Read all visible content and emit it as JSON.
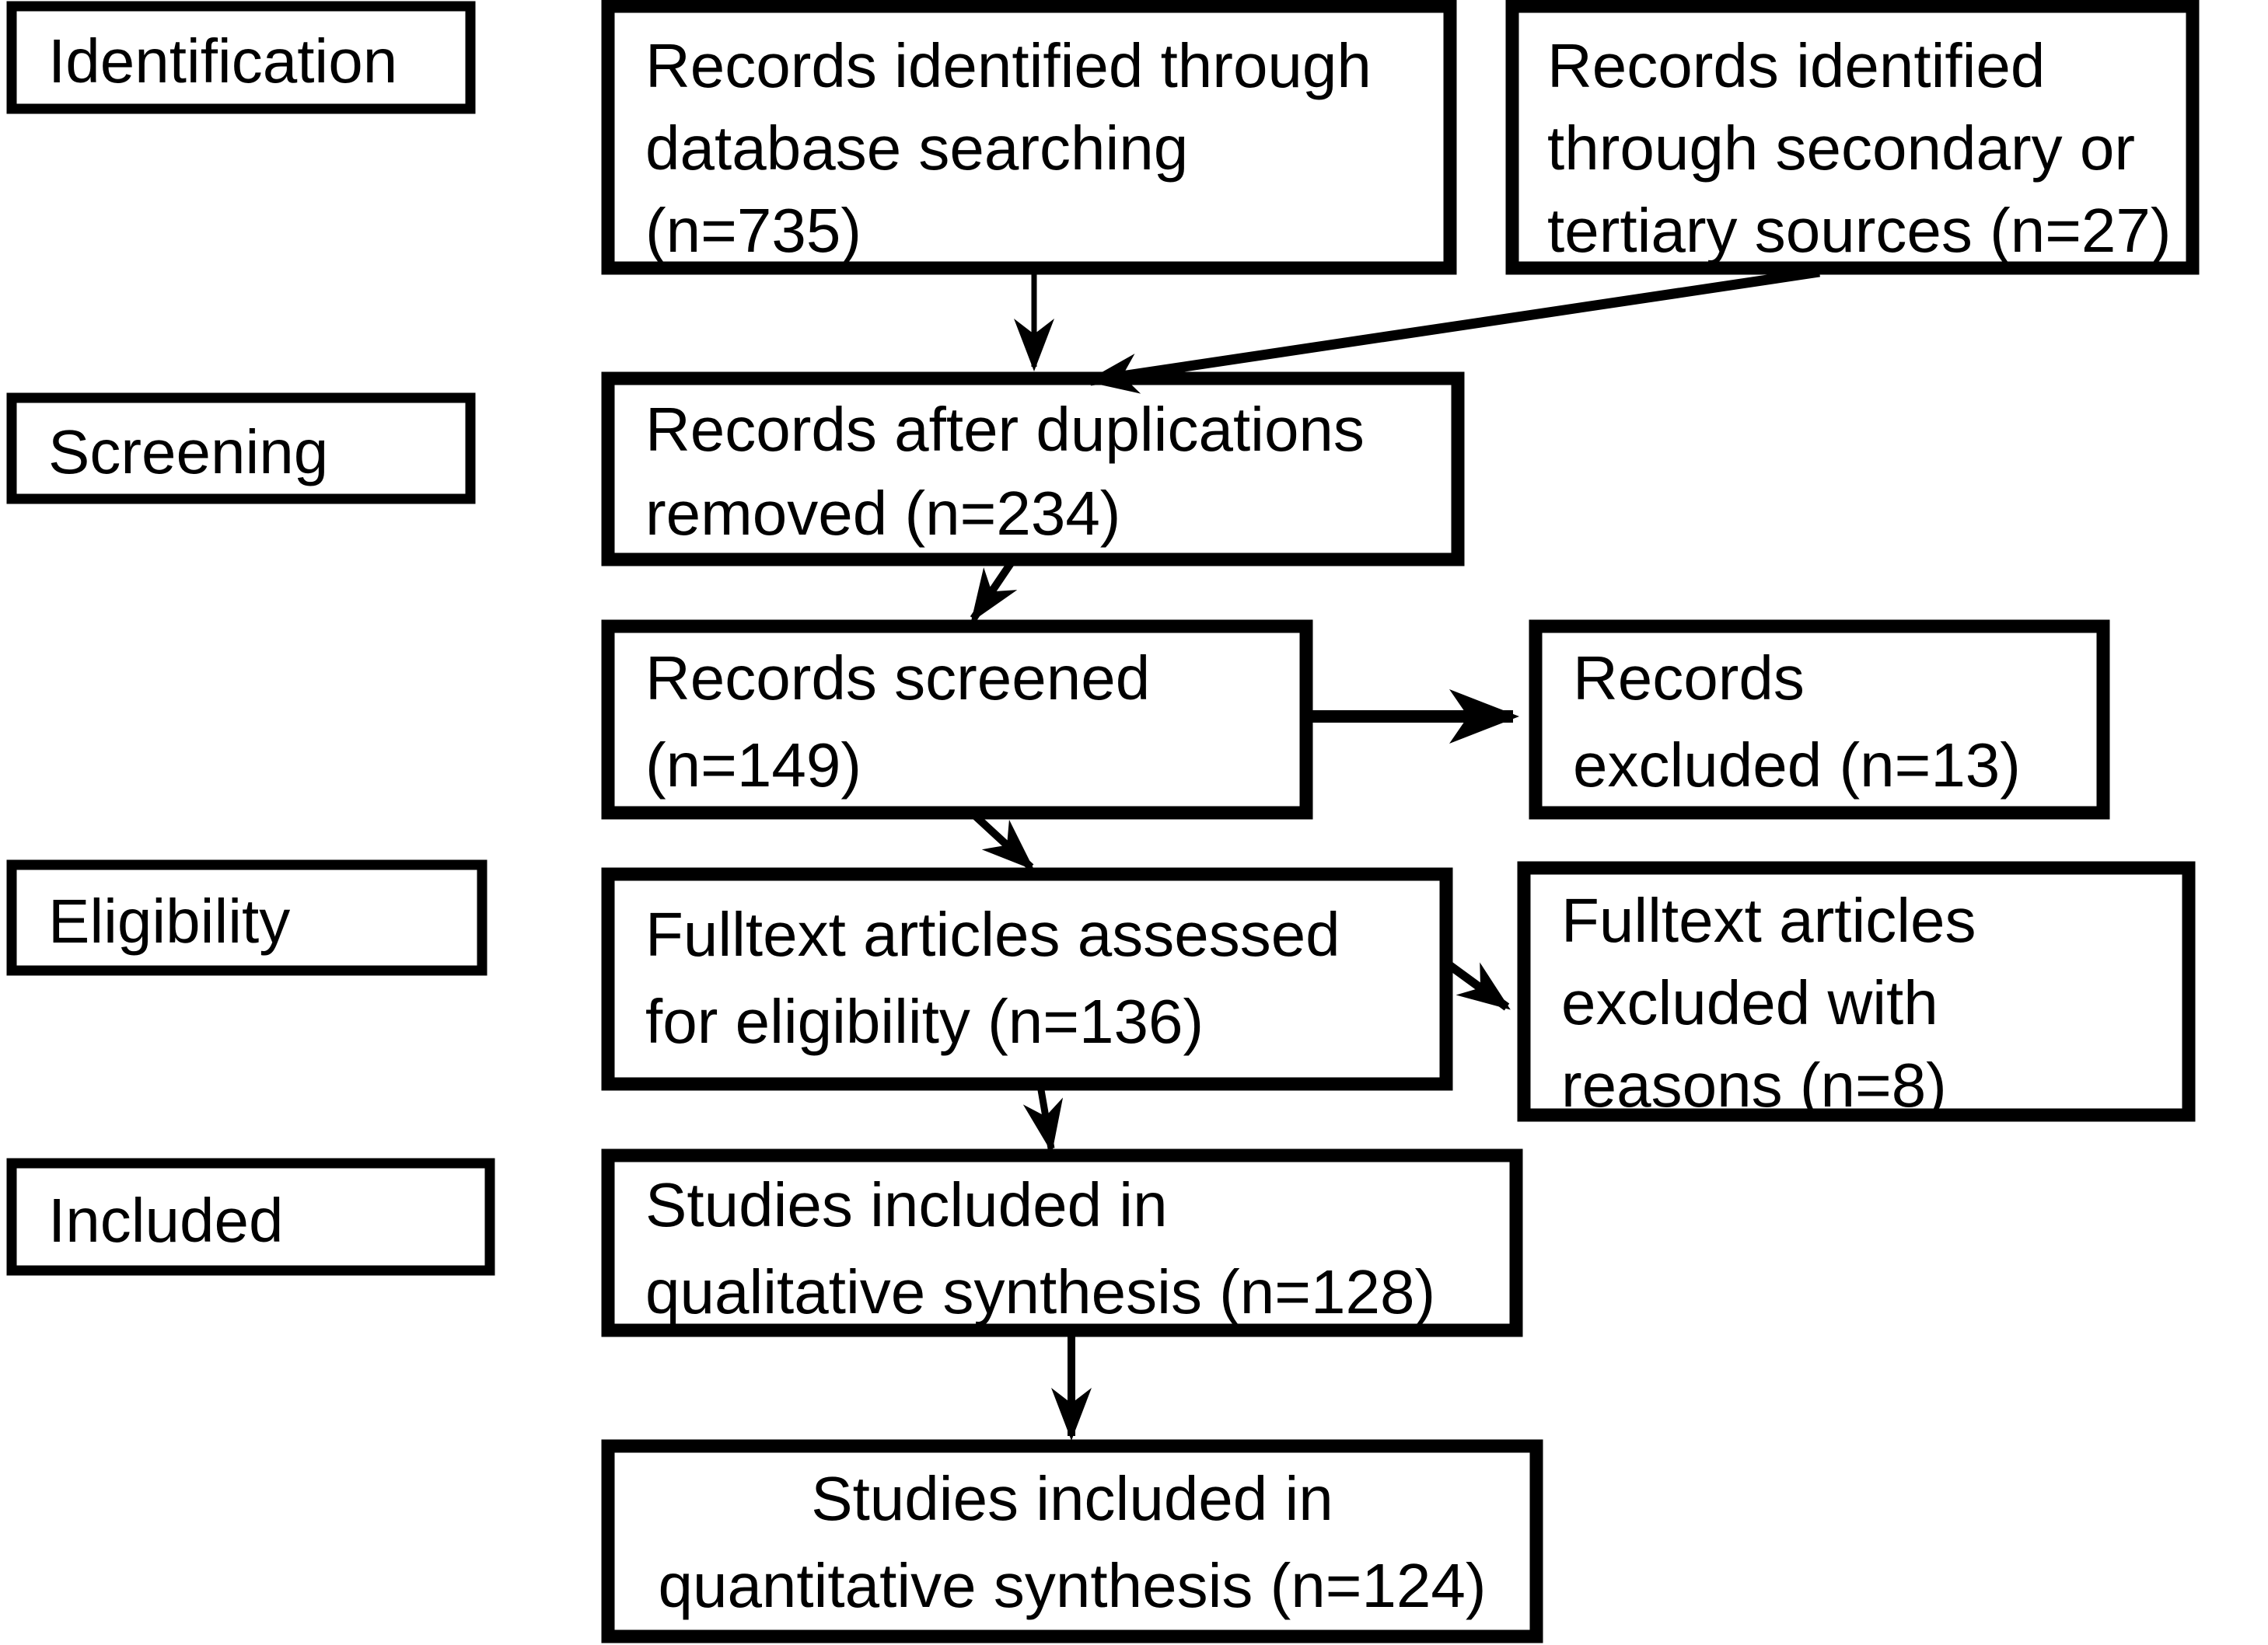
{
  "diagram": {
    "type": "flowchart",
    "background_color": "#ffffff",
    "line_color": "#000000",
    "text_color": "#000000",
    "box_fill": "#ffffff",
    "stage_labels": [
      {
        "label": "Identification"
      },
      {
        "label": "Screening"
      },
      {
        "label": "Eligibility"
      },
      {
        "label": "Included"
      }
    ],
    "nodes": {
      "database_search": {
        "lines": [
          "Records identified through",
          "database searching",
          "(n=735)"
        ],
        "n": 735
      },
      "secondary_sources": {
        "lines": [
          "Records identified",
          "through secondary or",
          "tertiary sources (n=27)"
        ],
        "n": 27
      },
      "after_duplications": {
        "lines": [
          "Records after duplications",
          "removed (n=234)"
        ],
        "n": 234
      },
      "records_screened": {
        "lines": [
          "Records screened",
          "(n=149)"
        ],
        "n": 149
      },
      "records_excluded": {
        "lines": [
          "Records",
          "excluded (n=13)"
        ],
        "n": 13
      },
      "fulltext_assessed": {
        "lines": [
          "Fulltext articles assessed",
          "for eligibility (n=136)"
        ],
        "n": 136
      },
      "fulltext_excluded": {
        "lines": [
          "Fulltext articles",
          "excluded with",
          "reasons (n=8)"
        ],
        "n": 8
      },
      "qualitative_synthesis": {
        "lines": [
          "Studies included in",
          "qualitative synthesis (n=128)"
        ],
        "n": 128
      },
      "quantitative_synthesis": {
        "lines": [
          "Studies included in",
          "quantitative synthesis (n=124)"
        ],
        "n": 124
      }
    },
    "edges": [
      {
        "from": "database_search",
        "to": "after_duplications"
      },
      {
        "from": "secondary_sources",
        "to": "after_duplications"
      },
      {
        "from": "after_duplications",
        "to": "records_screened"
      },
      {
        "from": "records_screened",
        "to": "records_excluded"
      },
      {
        "from": "records_screened",
        "to": "fulltext_assessed"
      },
      {
        "from": "fulltext_assessed",
        "to": "fulltext_excluded"
      },
      {
        "from": "fulltext_assessed",
        "to": "qualitative_synthesis"
      },
      {
        "from": "qualitative_synthesis",
        "to": "quantitative_synthesis"
      }
    ]
  }
}
